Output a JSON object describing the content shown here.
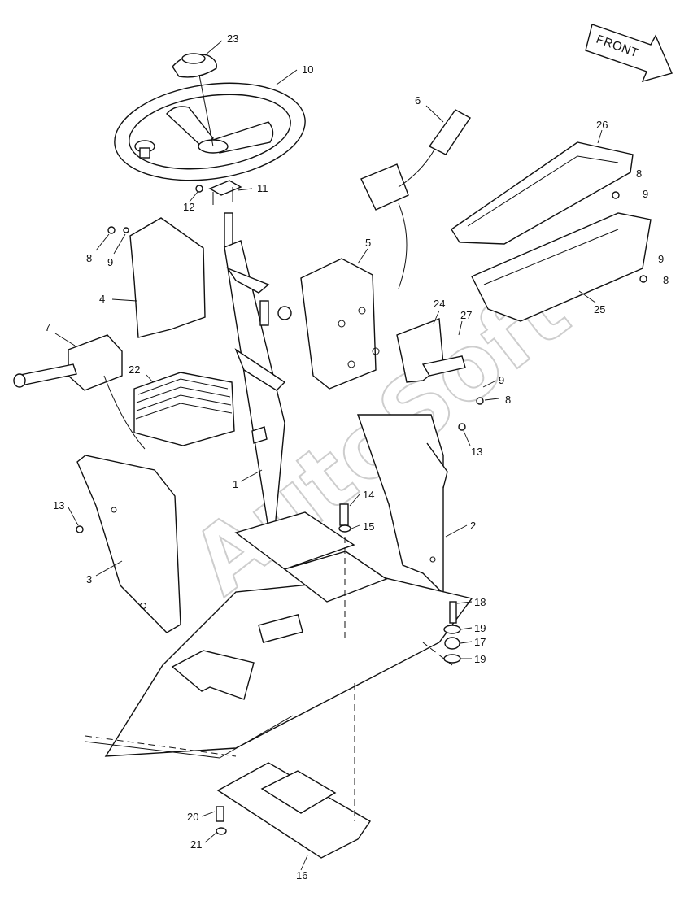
{
  "diagram": {
    "front_label": "FRONT",
    "watermark": "AutoSoft",
    "callouts": [
      {
        "id": "c23",
        "label": "23"
      },
      {
        "id": "c10",
        "label": "10"
      },
      {
        "id": "c6",
        "label": "6"
      },
      {
        "id": "c26",
        "label": "26"
      },
      {
        "id": "c11",
        "label": "11"
      },
      {
        "id": "c12",
        "label": "12"
      },
      {
        "id": "c8a",
        "label": "8"
      },
      {
        "id": "c9a",
        "label": "9"
      },
      {
        "id": "c8b",
        "label": "8"
      },
      {
        "id": "c9b",
        "label": "9"
      },
      {
        "id": "c4",
        "label": "4"
      },
      {
        "id": "c5",
        "label": "5"
      },
      {
        "id": "c9c",
        "label": "9"
      },
      {
        "id": "c8c",
        "label": "8"
      },
      {
        "id": "c25",
        "label": "25"
      },
      {
        "id": "c24",
        "label": "24"
      },
      {
        "id": "c27",
        "label": "27"
      },
      {
        "id": "c7",
        "label": "7"
      },
      {
        "id": "c22",
        "label": "22"
      },
      {
        "id": "c9d",
        "label": "9"
      },
      {
        "id": "c8d",
        "label": "8"
      },
      {
        "id": "c13a",
        "label": "13"
      },
      {
        "id": "c1",
        "label": "1"
      },
      {
        "id": "c13b",
        "label": "13"
      },
      {
        "id": "c14",
        "label": "14"
      },
      {
        "id": "c15",
        "label": "15"
      },
      {
        "id": "c2",
        "label": "2"
      },
      {
        "id": "c3",
        "label": "3"
      },
      {
        "id": "c18",
        "label": "18"
      },
      {
        "id": "c19a",
        "label": "19"
      },
      {
        "id": "c17",
        "label": "17"
      },
      {
        "id": "c19b",
        "label": "19"
      },
      {
        "id": "c20",
        "label": "20"
      },
      {
        "id": "c21",
        "label": "21"
      },
      {
        "id": "c16",
        "label": "16"
      }
    ]
  }
}
